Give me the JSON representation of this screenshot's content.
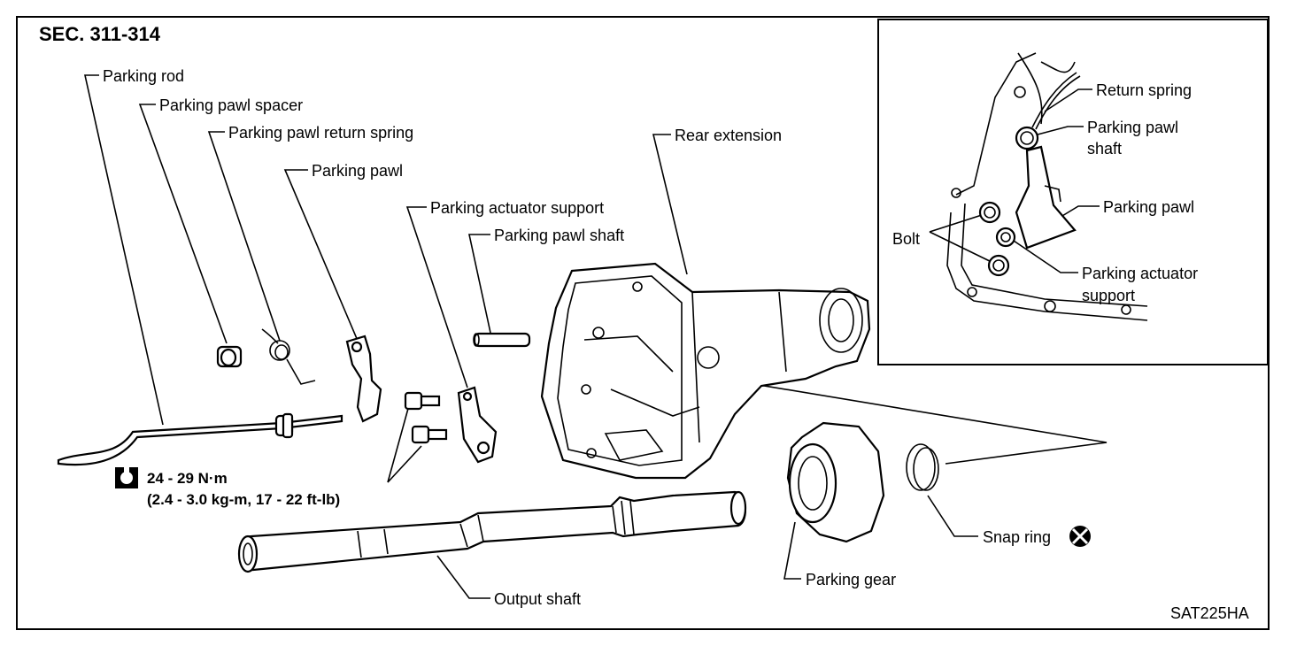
{
  "section": "SEC. 311-314",
  "catalog_code": "SAT225HA",
  "main_labels": {
    "parking_rod": "Parking rod",
    "parking_pawl_spacer": "Parking pawl spacer",
    "parking_pawl_return_spring": "Parking pawl return spring",
    "parking_pawl": "Parking pawl",
    "parking_actuator_support": "Parking actuator support",
    "parking_pawl_shaft": "Parking pawl shaft",
    "rear_extension": "Rear extension",
    "snap_ring": "Snap ring",
    "parking_gear": "Parking gear",
    "output_shaft": "Output shaft"
  },
  "torque": {
    "line1": "24 - 29 N·m",
    "line2": "(2.4 - 3.0 kg-m, 17 - 22 ft-lb)"
  },
  "inset_labels": {
    "return_spring": "Return spring",
    "parking_pawl_shaft_line1": "Parking pawl",
    "parking_pawl_shaft_line2": "shaft",
    "parking_pawl": "Parking pawl",
    "bolt": "Bolt",
    "parking_actuator_support_line1": "Parking actuator",
    "parking_actuator_support_line2": "support"
  },
  "icons": {
    "torque": "torque-wrench-icon",
    "replace": "do-not-reuse-icon"
  }
}
